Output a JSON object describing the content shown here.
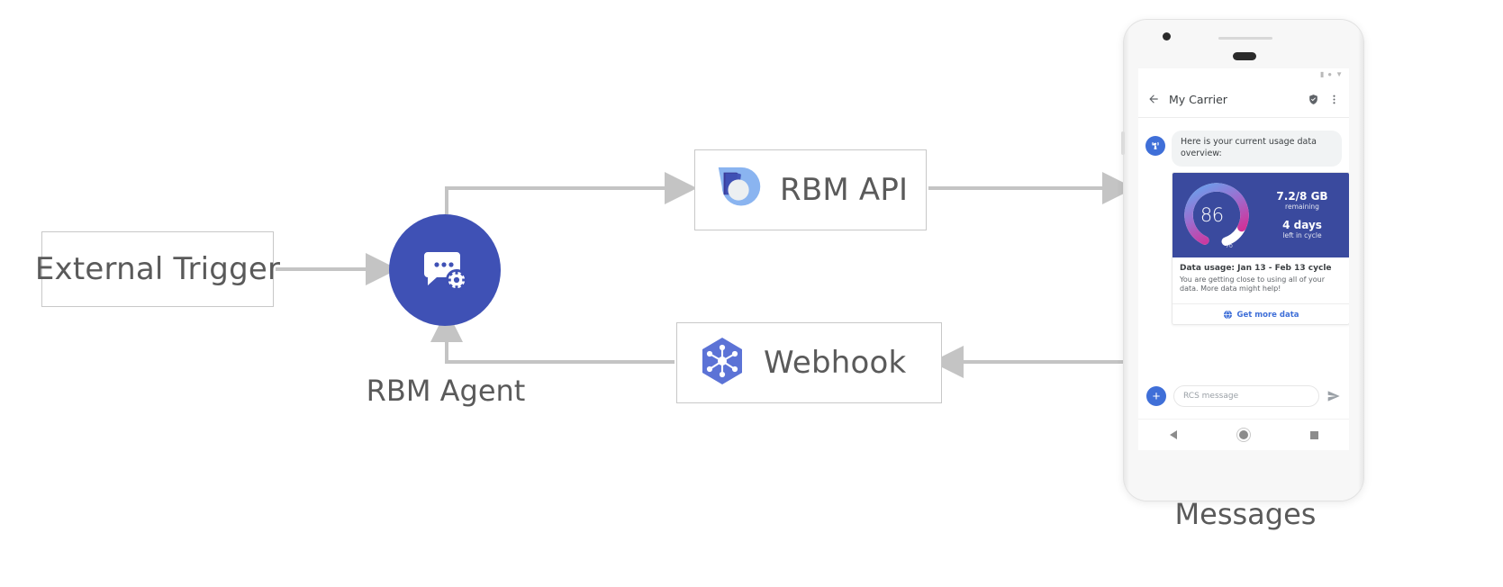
{
  "diagram": {
    "nodes": {
      "external_trigger": "External Trigger",
      "rbm_agent": "RBM Agent",
      "rbm_api": "RBM API",
      "webhook": "Webhook",
      "messages": "Messages"
    },
    "colors": {
      "agent_blue": "#3f51b5",
      "arrow_gray": "#c4c4c4",
      "box_border": "#c8c8c8",
      "text_gray": "#5a5a5a"
    }
  },
  "phone": {
    "statusbar": {
      "icons": [
        "signal-icon",
        "wifi-icon",
        "battery-icon"
      ]
    },
    "appbar": {
      "back_icon": "back-arrow-icon",
      "title": "My Carrier",
      "verified_icon": "verified-shield-icon",
      "overflow_icon": "more-vert-icon"
    },
    "message": {
      "avatar_icon": "cell-tower-icon",
      "text": "Here is your current usage data overview:"
    },
    "card": {
      "gauge": {
        "value": "86",
        "unit": "%",
        "percent": 86
      },
      "stats": [
        {
          "value": "7.2/8 GB",
          "caption": "remaining"
        },
        {
          "value": "4 days",
          "caption": "left in cycle"
        }
      ],
      "title": "Data usage: Jan 13 - Feb 13 cycle",
      "description": "You are getting close to using all of your data. More data might help!",
      "action": {
        "icon": "globe-icon",
        "label": "Get more data",
        "color": "#3f6fd8"
      },
      "hero_bg": "#3a4a9e"
    },
    "composer": {
      "add_icon": "plus-icon",
      "placeholder": "RCS message",
      "value": "",
      "send_icon": "send-icon"
    },
    "navbar": {
      "back": "nav-back-icon",
      "home": "nav-home-icon",
      "recents": "nav-recents-icon"
    }
  }
}
